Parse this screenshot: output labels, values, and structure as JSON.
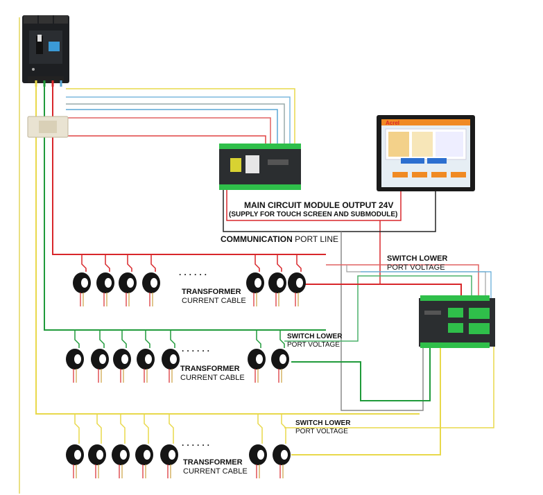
{
  "labels": {
    "main_output": "MAIN CIRCUIT MODULE OUTPUT 24V",
    "main_output_sub": "(SUPPLY FOR TOUCH SCREEN AND SUBMODULE)",
    "comm_prefix": "COMMUNICATION",
    "comm_suffix": "PORT LINE",
    "switch_lower_1a": "SWITCH LOWER",
    "switch_lower_1b": "PORT VOLTAGE",
    "switch_lower_2a": "SWITCH LOWER",
    "switch_lower_2b": "PORT VOLTAGE",
    "switch_lower_3a": "SWITCH LOWER",
    "switch_lower_3b": "PORT VOLTAGE",
    "transformer_1a": "TRANSFORMER",
    "transformer_1b": "CURRENT CABLE",
    "transformer_2a": "TRANSFORMER",
    "transformer_2b": "CURRENT CABLE",
    "transformer_3a": "TRANSFORMER",
    "transformer_3b": "CURRENT CABLE",
    "dots": "· · · · · ·",
    "brand": "Acrel"
  },
  "colors": {
    "yellow": "#e8d84a",
    "red": "#d8262a",
    "green": "#1f9a3a",
    "blue": "#5aa7d6",
    "gray": "#8a8a8a",
    "black": "#222222",
    "module_green": "#2fbf4a"
  },
  "rows": [
    {
      "color": "red",
      "left_count": 4,
      "right_count": 3
    },
    {
      "color": "green",
      "left_count": 5,
      "right_count": 2
    },
    {
      "color": "yellow",
      "left_count": 5,
      "right_count": 2
    }
  ]
}
